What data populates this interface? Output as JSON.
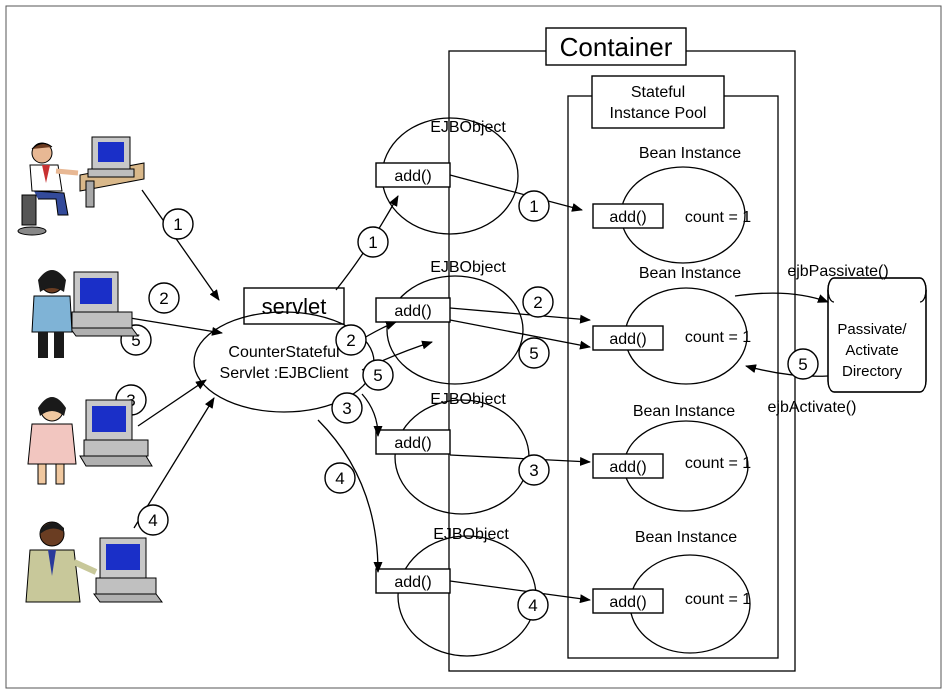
{
  "container_label": "Container",
  "pool_label_line1": "Stateful",
  "pool_label_line2": "Instance Pool",
  "servlet_label": "servlet",
  "client_line1": "CounterStateful",
  "client_line2": "Servlet :EJBClient",
  "ejbobject_label": "EJBObject",
  "bean_label": "Bean Instance",
  "method_label": "add()",
  "count_label": "count = 1",
  "directory_line1": "Passivate/",
  "directory_line2": "Activate",
  "directory_line3": "Directory",
  "ejb_passivate": "ejbPassivate()",
  "ejb_activate": "ejbActivate()",
  "step_numbers": [
    "1",
    "2",
    "3",
    "4",
    "5"
  ],
  "users": [
    {
      "icon": "male-user-computer-icon"
    },
    {
      "icon": "female-user-computer-icon"
    },
    {
      "icon": "female-user-computer-icon"
    },
    {
      "icon": "male-user-computer-icon"
    }
  ]
}
